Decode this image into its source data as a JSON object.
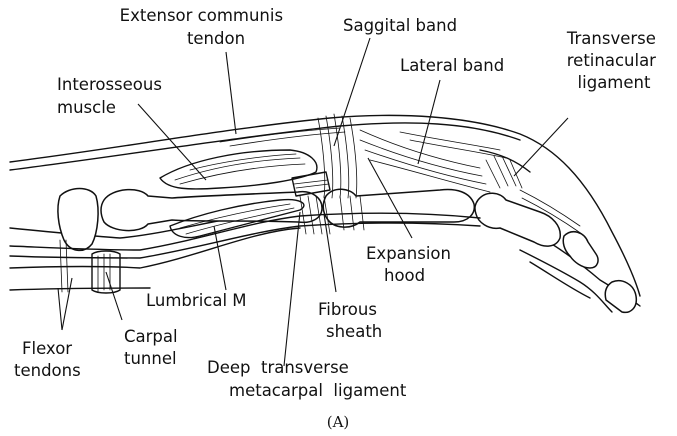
{
  "figure": {
    "caption": "(A)",
    "labels": {
      "extensor_communis_tendon": [
        "Extensor communis",
        "tendon"
      ],
      "saggital_band": "Saggital band",
      "lateral_band": "Lateral band",
      "transverse_retinacular_ligament": [
        "Transverse",
        "retinacular",
        "ligament"
      ],
      "interosseous_muscle": [
        "Interosseous",
        "muscle"
      ],
      "expansion_hood": [
        "Expansion",
        "hood"
      ],
      "lumbrical_m": "Lumbrical M",
      "fibrous_sheath": [
        "Fibrous",
        "sheath"
      ],
      "flexor_tendons": [
        "Flexor",
        "tendons"
      ],
      "carpal_tunnel": [
        "Carpal",
        "tunnel"
      ],
      "deep_transverse_metacarpal_ligament": [
        "Deep  transverse",
        "metacarpal  ligament"
      ]
    }
  }
}
